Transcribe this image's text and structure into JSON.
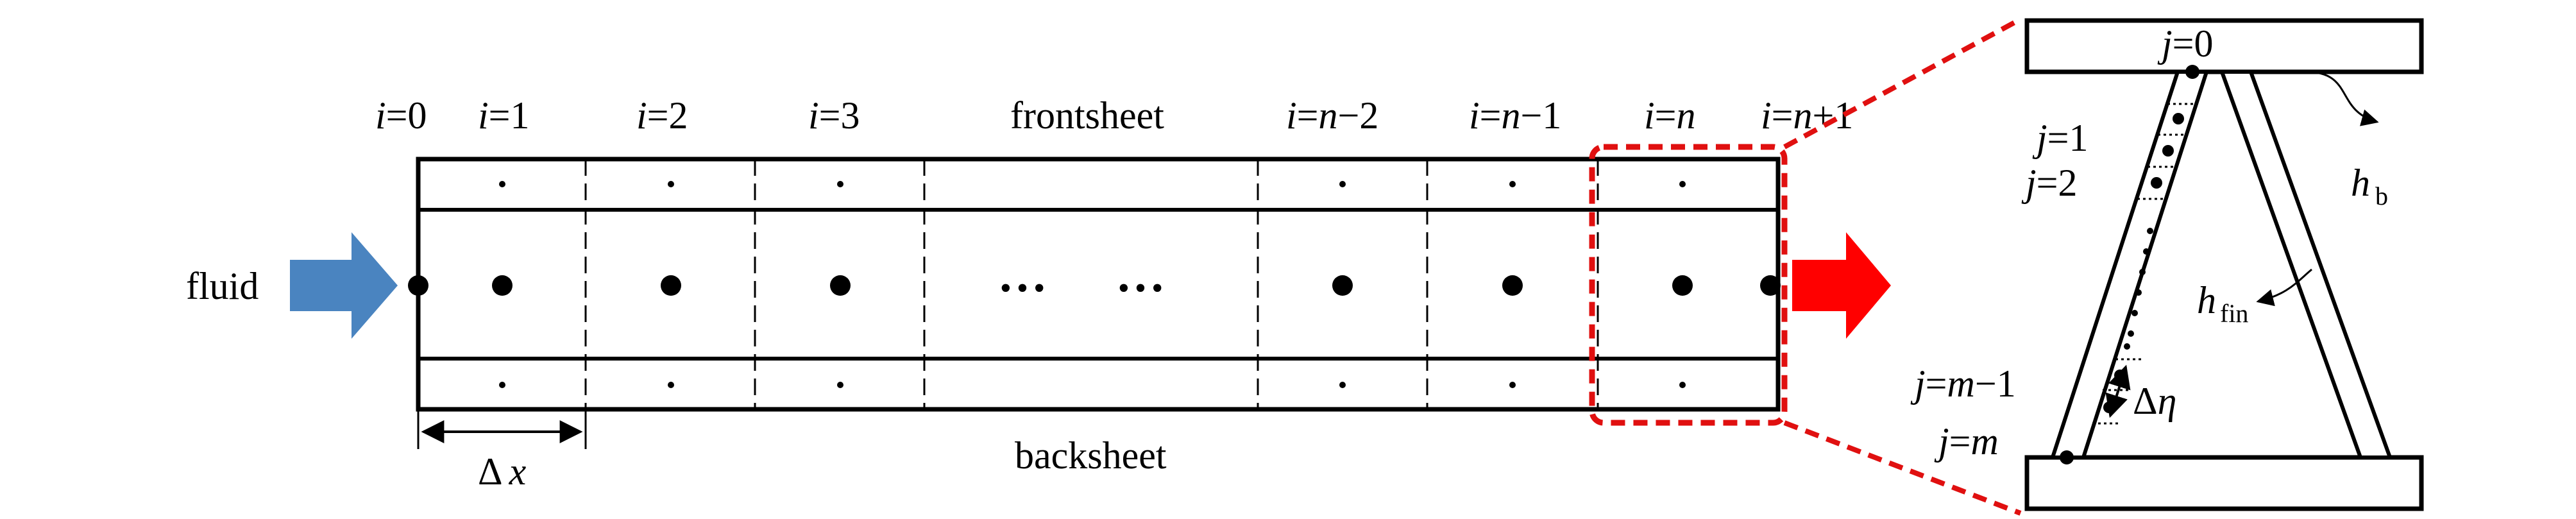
{
  "labels": {
    "fluid": "fluid",
    "frontsheet": "frontsheet",
    "backsheet": "backsheet",
    "dots_a": "•••",
    "dots_b": "•••"
  },
  "node_labels": {
    "i0": {
      "var": "i",
      "eq": "=",
      "val": "0"
    },
    "i1": {
      "var": "i",
      "eq": "=",
      "val": "1"
    },
    "i2": {
      "var": "i",
      "eq": "=",
      "val": "2"
    },
    "i3": {
      "var": "i",
      "eq": "=",
      "val": "3"
    },
    "in2": {
      "var": "i",
      "eq": "=",
      "n": "n",
      "val": "−2"
    },
    "in1": {
      "var": "i",
      "eq": "=",
      "n": "n",
      "val": "−1"
    },
    "in": {
      "var": "i",
      "eq": "=",
      "n": "n",
      "val": ""
    },
    "inp1": {
      "var": "i",
      "eq": "=",
      "n": "n",
      "val": "+1"
    }
  },
  "fin_labels": {
    "j0": {
      "var": "j",
      "eq": "=",
      "val": "0"
    },
    "j1": {
      "var": "j",
      "eq": "=",
      "val": "1"
    },
    "j2": {
      "var": "j",
      "eq": "=",
      "val": "2"
    },
    "jm1": {
      "var": "j",
      "eq": "=",
      "m": "m",
      "val": "−1"
    },
    "jm": {
      "var": "j",
      "eq": "=",
      "m": "m",
      "val": ""
    }
  },
  "symbols": {
    "delta_x": {
      "delta": "Δ",
      "var": "x"
    },
    "delta_eta": {
      "delta": "Δ",
      "var": "η"
    },
    "h_b": {
      "var": "h",
      "sub": "b"
    },
    "h_fin": {
      "var": "h",
      "sub": "fin"
    }
  },
  "colors": {
    "inlet_arrow": "#4a84c0",
    "outlet_arrow": "#ff0000",
    "highlight": "#e01010",
    "line": "#000000"
  }
}
